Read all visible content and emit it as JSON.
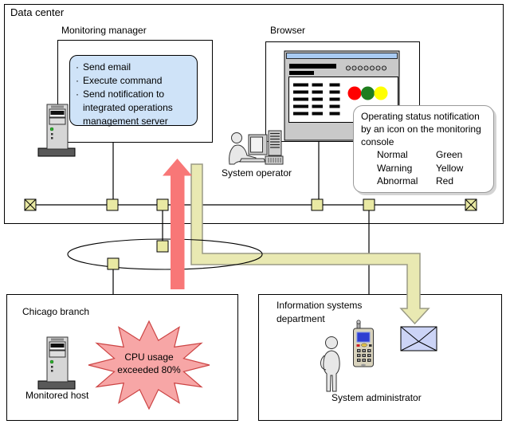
{
  "labels": {
    "data_center": "Data center",
    "monitoring_manager": "Monitoring manager",
    "browser": "Browser",
    "system_operator": "System operator",
    "chicago_branch": "Chicago branch",
    "monitored_host": "Monitored host",
    "info_department": "Information systems department",
    "system_administrator": "System administrator"
  },
  "manager_callout": {
    "bullet": "·",
    "items": [
      "Send email",
      "Execute command",
      "Send notification to integrated operations management server"
    ]
  },
  "status_callout": {
    "intro": "Operating status notification by an icon on the monitoring console",
    "rows": [
      [
        "Normal",
        "Green"
      ],
      [
        "Warning",
        "Yellow"
      ],
      [
        "Abnormal",
        "Red"
      ]
    ]
  },
  "alert": {
    "text": "CPU usage exceeded 80%"
  },
  "icons": [
    "server-icon",
    "browser-window-icon",
    "operator-at-computer-icon",
    "person-icon",
    "mobile-phone-icon",
    "envelope-icon",
    "network-node-icon",
    "network-terminator-icon",
    "alert-up-arrow-icon",
    "notification-down-arrow-icon",
    "starburst-icon"
  ],
  "colors": {
    "alert_arrow_red": "#f87777",
    "email_arrow_yellow": "#e9e9b2",
    "status_abnormal_red": "#ff0000",
    "status_normal_green": "#1e7e1e",
    "status_warning_yellow": "#ffff00",
    "starburst_fill": "#f7a6a6",
    "starburst_border": "#cc4444",
    "network_node_fill": "#e9e9a3",
    "callout_blue_fill": "#cfe3f8",
    "browser_titlebar_blue": "#a9cbf2",
    "envelope_fill": "#ccd4f6"
  }
}
